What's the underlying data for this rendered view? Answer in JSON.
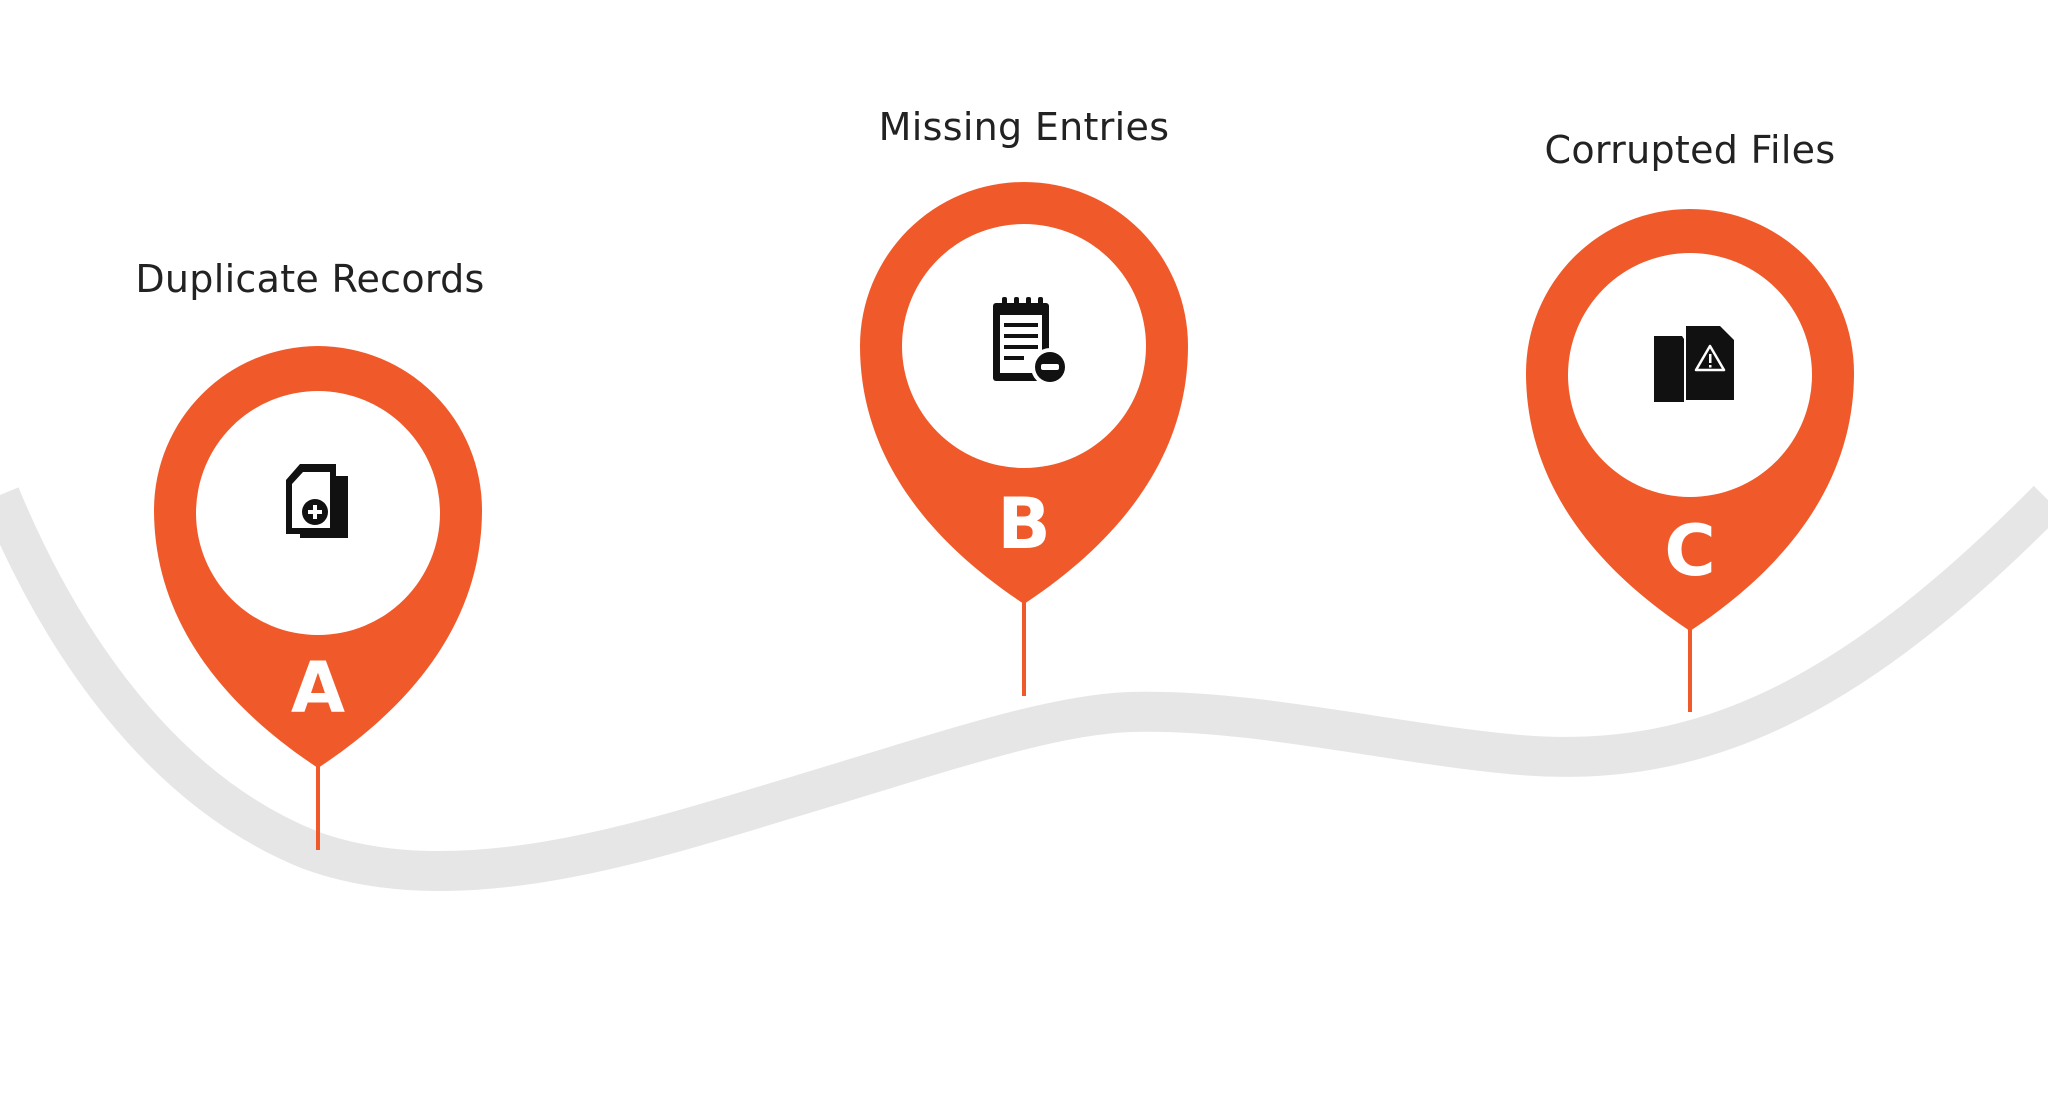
{
  "colors": {
    "accent": "#F05A2A",
    "path": "#E6E6E6",
    "icon": "#111111",
    "text": "#222222",
    "background": "#FFFFFF"
  },
  "markers": [
    {
      "letter": "A",
      "label": "Duplicate Records",
      "icon": "file-plus-icon"
    },
    {
      "letter": "B",
      "label": "Missing Entries",
      "icon": "notepad-minus-icon"
    },
    {
      "letter": "C",
      "label": "Corrupted Files",
      "icon": "file-warning-icon"
    }
  ]
}
